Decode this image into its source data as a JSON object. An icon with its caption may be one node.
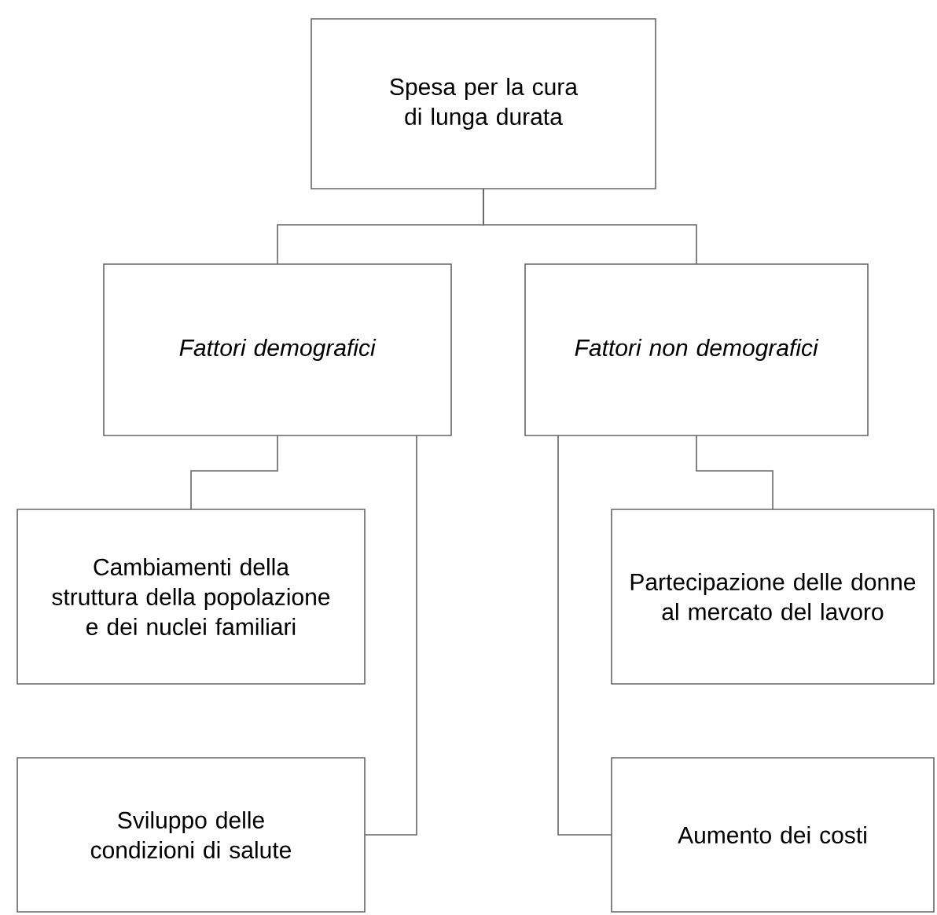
{
  "diagram": {
    "nodes": [
      {
        "text": [
          "Spesa per la cura di lunga durata"
        ]
      },
      {
        "text": [
          "*Fattori demografici*"
        ]
      },
      {
        "text": [
          "*Fattori non demografici*"
        ]
      },
      {
        "text": [
          "Cambiamenti della struttura della popolazione e dei nuclei familiari"
        ]
      },
      {
        "text": [
          "Sviluppo delle condizioni di salute"
        ]
      },
      {
        "text": [
          "Partecipazione delle donne al mercato del lavoro"
        ]
      },
      {
        "text": [
          "Aumento dei costi"
        ]
      }
    ],
    "edges": [
      {
        "from": 0,
        "to": 1,
        "arrow": "none"
      },
      {
        "from": 0,
        "to": 2,
        "arrow": "none"
      },
      {
        "from": 1,
        "to": 3,
        "arrow": "none"
      },
      {
        "from": 1,
        "to": 4,
        "arrow": "none"
      },
      {
        "from": 2,
        "to": 5,
        "arrow": "none"
      },
      {
        "from": 2,
        "to": 6,
        "arrow": "none"
      }
    ]
  }
}
